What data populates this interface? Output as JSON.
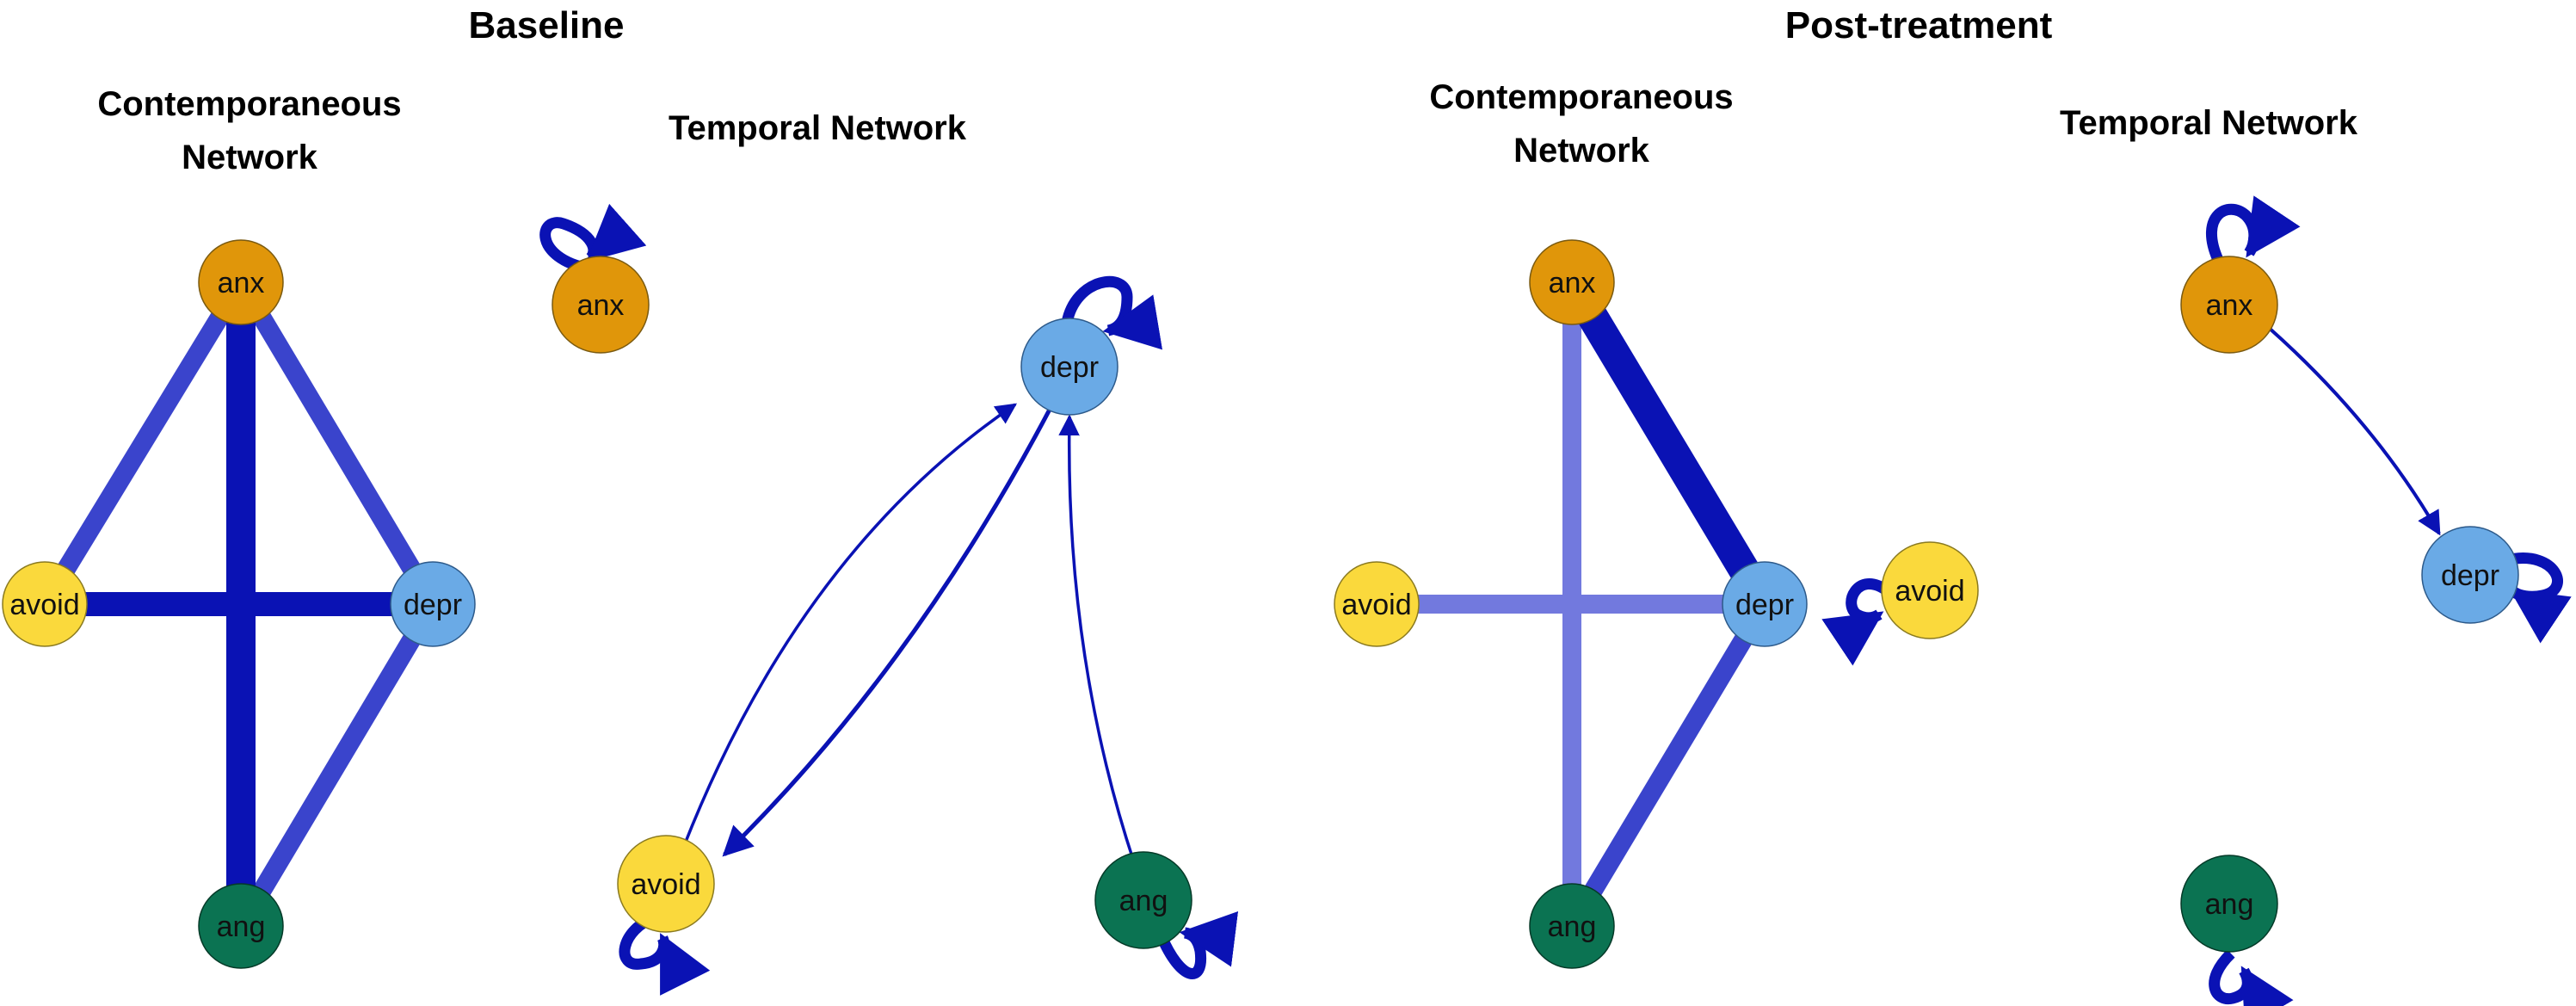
{
  "sections": [
    {
      "id": "baseline",
      "title": "Baseline",
      "panels": [
        {
          "id": "contemporaneous",
          "title_lines": [
            "Contemporaneous",
            "Network"
          ]
        },
        {
          "id": "temporal",
          "title_lines": [
            "Temporal Network"
          ]
        }
      ]
    },
    {
      "id": "post",
      "title": "Post-treatment",
      "panels": [
        {
          "id": "contemporaneous",
          "title_lines": [
            "Contemporaneous",
            "Network"
          ]
        },
        {
          "id": "temporal",
          "title_lines": [
            "Temporal Network"
          ]
        }
      ]
    }
  ],
  "node_colors": {
    "anx": "#e0960a",
    "depr": "#6aaae6",
    "avoid": "#fad93c",
    "ang": "#0b7352"
  },
  "edge_colors": {
    "strong": "#0a12b4",
    "medium": "#3a44cc",
    "weak": "#7279de"
  },
  "networks": {
    "baseline_contemporaneous": {
      "nodes": [
        "anx",
        "avoid",
        "depr",
        "ang"
      ],
      "edges": [
        {
          "from": "anx",
          "to": "ang",
          "strength": "strong",
          "weight": 5
        },
        {
          "from": "avoid",
          "to": "depr",
          "strength": "strong",
          "weight": 4
        },
        {
          "from": "anx",
          "to": "avoid",
          "strength": "medium",
          "weight": 3
        },
        {
          "from": "anx",
          "to": "depr",
          "strength": "medium",
          "weight": 3
        },
        {
          "from": "depr",
          "to": "ang",
          "strength": "medium",
          "weight": 3
        }
      ]
    },
    "baseline_temporal": {
      "nodes": [
        "anx",
        "depr",
        "avoid",
        "ang"
      ],
      "edges": [
        {
          "from": "anx",
          "to": "anx",
          "weight": 3
        },
        {
          "from": "depr",
          "to": "depr",
          "weight": 3
        },
        {
          "from": "avoid",
          "to": "avoid",
          "weight": 3
        },
        {
          "from": "ang",
          "to": "ang",
          "weight": 3
        },
        {
          "from": "avoid",
          "to": "depr",
          "weight": 1
        },
        {
          "from": "depr",
          "to": "avoid",
          "weight": 1.5
        },
        {
          "from": "ang",
          "to": "depr",
          "weight": 1
        }
      ]
    },
    "post_contemporaneous": {
      "nodes": [
        "anx",
        "avoid",
        "depr",
        "ang"
      ],
      "edges": [
        {
          "from": "anx",
          "to": "depr",
          "strength": "strong",
          "weight": 5
        },
        {
          "from": "anx",
          "to": "ang",
          "strength": "weak",
          "weight": 3
        },
        {
          "from": "avoid",
          "to": "depr",
          "strength": "weak",
          "weight": 3
        },
        {
          "from": "depr",
          "to": "ang",
          "strength": "medium",
          "weight": 3
        }
      ]
    },
    "post_temporal": {
      "nodes": [
        "anx",
        "avoid",
        "depr",
        "ang"
      ],
      "edges": [
        {
          "from": "anx",
          "to": "anx",
          "weight": 3
        },
        {
          "from": "avoid",
          "to": "avoid",
          "weight": 3
        },
        {
          "from": "depr",
          "to": "depr",
          "weight": 3
        },
        {
          "from": "ang",
          "to": "ang",
          "weight": 3
        },
        {
          "from": "anx",
          "to": "depr",
          "weight": 1.5
        }
      ]
    }
  }
}
